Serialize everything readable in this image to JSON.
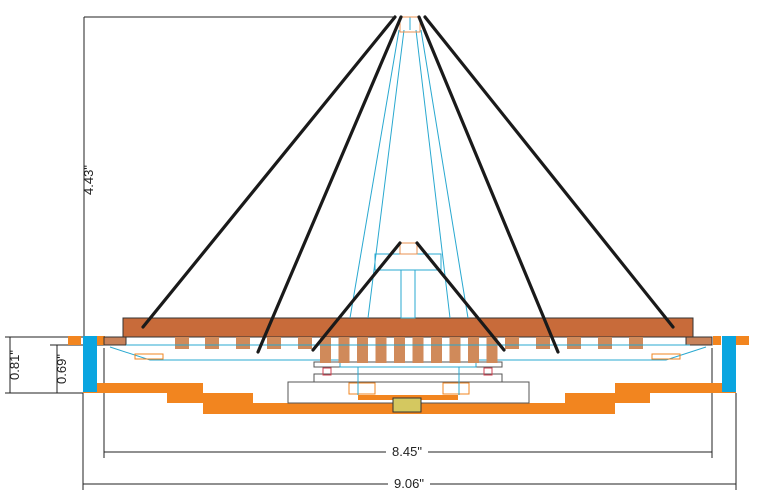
{
  "dimensions": {
    "height": "4.43\"",
    "left_outer": "0.81\"",
    "left_inner": "0.69\"",
    "inner_width": "8.45\"",
    "outer_width": "9.06\""
  },
  "colors": {
    "plate": "#c86b3a",
    "teeth": "#d08a5a",
    "base": "#f2851f",
    "side": "#0aa5e0",
    "wire": "#28a8d0",
    "strut": "#1a1a1a",
    "foot": "#d4c860"
  }
}
